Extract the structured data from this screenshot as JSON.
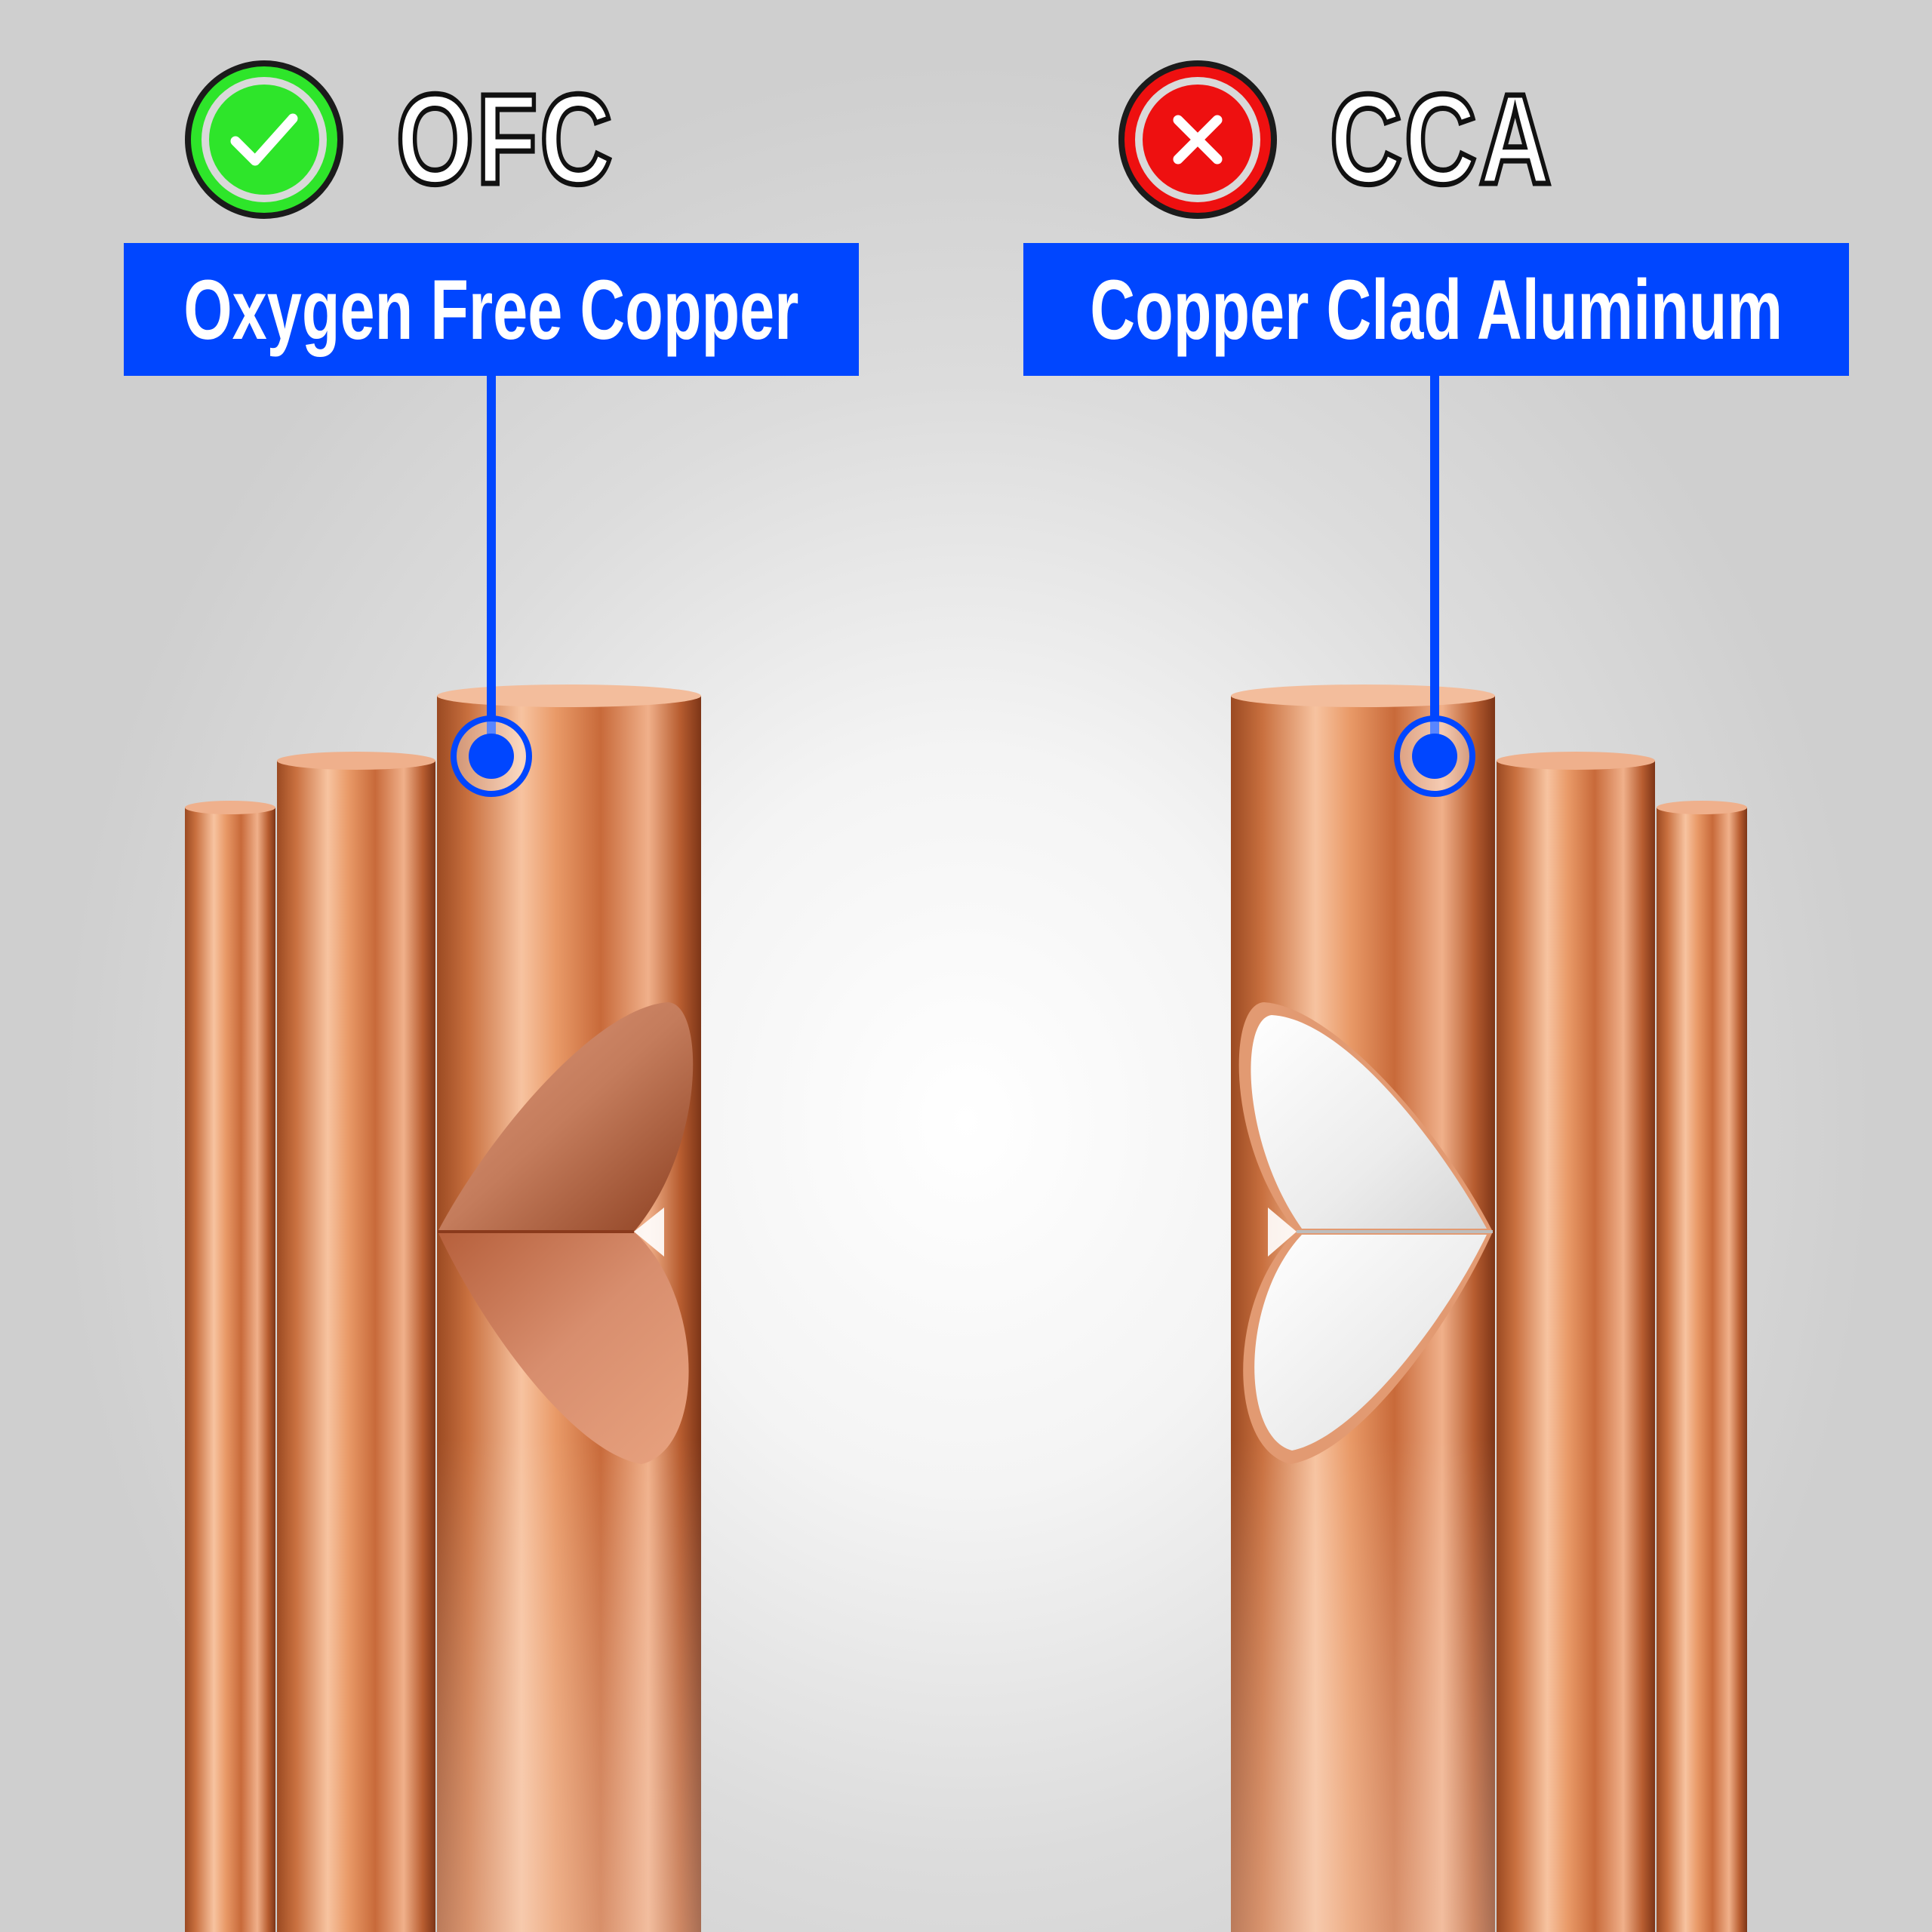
{
  "ofc": {
    "abbreviation": "OFC",
    "label": "Oxygen Free Copper",
    "status_icon": "check-icon",
    "status_color": "#2ee52a"
  },
  "cca": {
    "abbreviation": "CCA",
    "label": "Copper Clad Aluminum",
    "status_icon": "cross-icon",
    "status_color": "#ee1010"
  },
  "colors": {
    "callout_blue": "#0046ff",
    "copper": "#d98a5c",
    "aluminum_core": "#f2f2f2"
  }
}
